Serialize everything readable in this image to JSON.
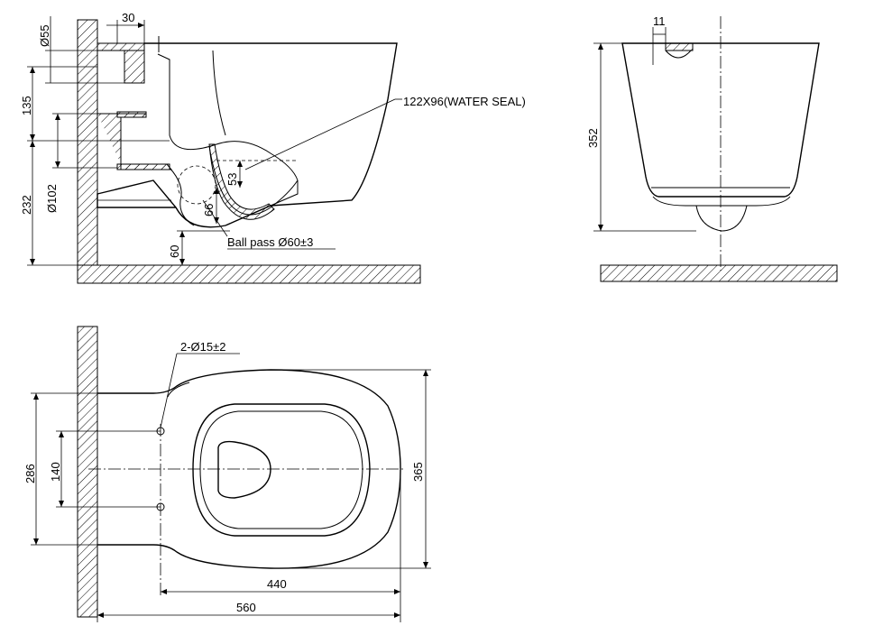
{
  "side_view": {
    "dims": {
      "top_width": "30",
      "inlet_dia": "Ø55",
      "inlet_height": "135",
      "outlet_dia": "Ø102",
      "outlet_height": "232",
      "water_seal": "122X96(WATER SEAL)",
      "trap_53": "53",
      "trap_66": "66",
      "floor_gap": "60",
      "ball_pass": "Ball pass Ø60±3"
    }
  },
  "front_view": {
    "dims": {
      "top_offset": "11",
      "height": "352"
    }
  },
  "top_view": {
    "dims": {
      "bolt_holes": "2-Ø15±2",
      "fix_height": "286",
      "bolt_spacing": "140",
      "width": "365",
      "projection_bowl": "440",
      "projection_total": "560"
    }
  }
}
